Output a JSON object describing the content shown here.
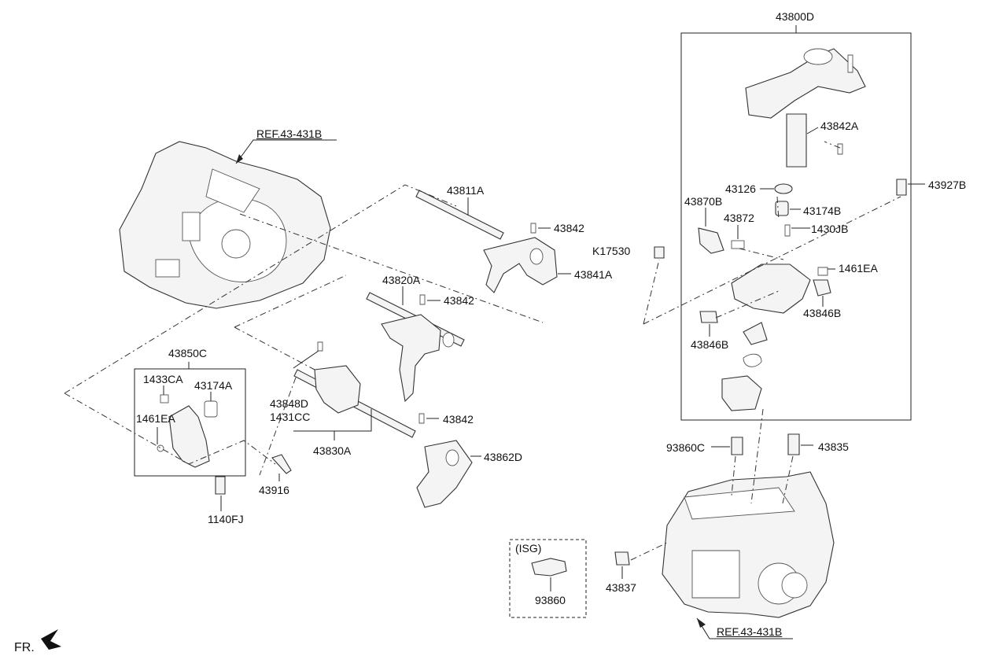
{
  "references": {
    "ref_top": "REF.43-431B",
    "ref_bottom": "REF.43-431B"
  },
  "labels": {
    "p43800D": "43800D",
    "p43842A": "43842A",
    "p43927B": "43927B",
    "p43126": "43126",
    "p43870B": "43870B",
    "p43174B": "43174B",
    "p43872": "43872",
    "p1430JB": "1430JB",
    "pK17530": "K17530",
    "p1461EA_r": "1461EA",
    "p43846B_r": "43846B",
    "p43846B_l": "43846B",
    "p43811A": "43811A",
    "p43842_1": "43842",
    "p43841A": "43841A",
    "p43820A": "43820A",
    "p43842_2": "43842",
    "p43850C": "43850C",
    "p1433CA": "1433CA",
    "p43174A": "43174A",
    "p1461EA_l": "1461EA",
    "p43848D": "43848D",
    "p1431CC": "1431CC",
    "p43842_3": "43842",
    "p43830A": "43830A",
    "p43862D": "43862D",
    "p43916": "43916",
    "p1140FJ": "1140FJ",
    "p93860C": "93860C",
    "p43835": "43835",
    "isg": "(ISG)",
    "p93860": "93860",
    "p43837": "43837"
  },
  "direction": {
    "fr_label": "FR."
  }
}
